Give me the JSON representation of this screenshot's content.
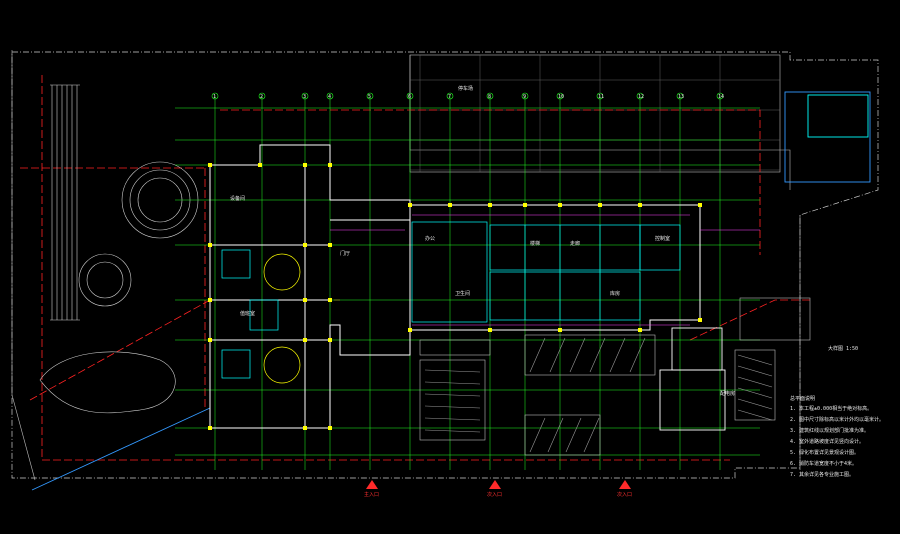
{
  "drawing": {
    "background": "#000000",
    "colors": {
      "boundary": "#d8d8d8",
      "axis": "#22ff22",
      "wall": "#ffffff",
      "column": "#ffff00",
      "partition": "#00ffff",
      "red_line": "#ff2222",
      "magenta": "#ff44ff",
      "blue": "#3399ff",
      "hatch": "#888888"
    },
    "entrance_icon": "entrance-arrow-icon",
    "entrance_labels": [
      "主入口",
      "次入口",
      "次入口"
    ],
    "annotations": {
      "north_top_label": "停车场",
      "right_detail_label": "大样图 1:50",
      "right_notes_title": "总平面说明",
      "right_notes": [
        "1. 本工程±0.000相当于绝对标高。",
        "2. 图中尺寸除标高以米计外均以毫米计。",
        "3. 建筑红线以规划部门批准为准。",
        "4. 室外道路坡度详见竖向设计。",
        "5. 绿化布置详见景观设计图。",
        "6. 消防车道宽度不小于4米。",
        "7. 其余详见各专业施工图。"
      ],
      "axis_tags": [
        "1",
        "2",
        "3",
        "4",
        "5",
        "6",
        "7",
        "8",
        "9",
        "10",
        "11",
        "12",
        "13",
        "14"
      ],
      "small_labels": [
        "设备间",
        "门厅",
        "办公",
        "卫生间",
        "楼梯",
        "走廊",
        "库房",
        "控制室",
        "值班室",
        "配电房"
      ]
    }
  }
}
